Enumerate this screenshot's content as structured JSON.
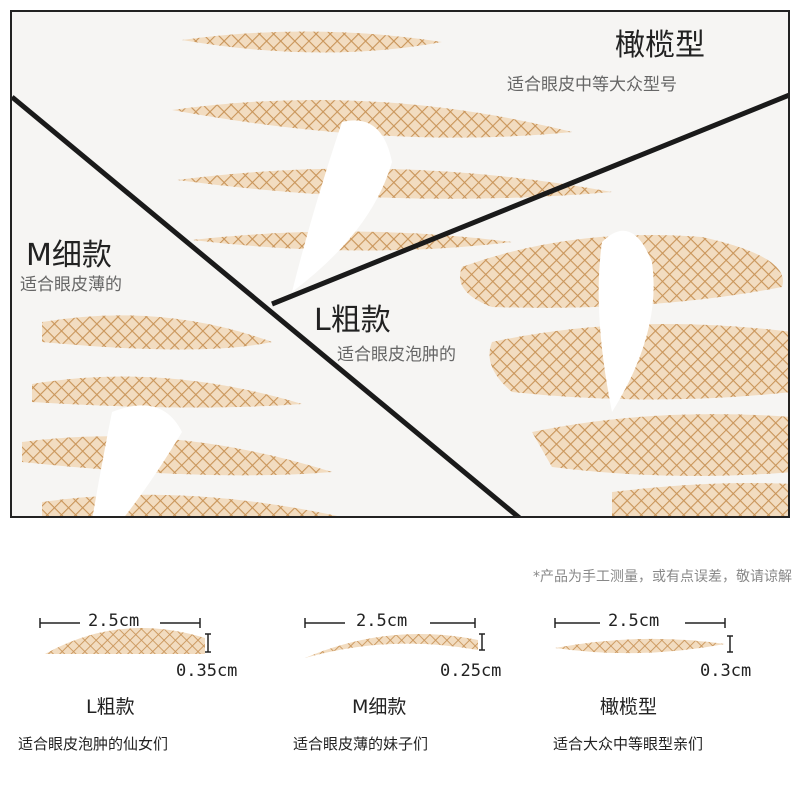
{
  "photo": {
    "olive": {
      "name": "橄榄型",
      "desc": "适合眼皮中等大众型号"
    },
    "m_thin": {
      "name": "M细款",
      "desc": "适合眼皮薄的"
    },
    "l_thick": {
      "name": "L粗款",
      "desc": "适合眼皮泡肿的"
    }
  },
  "note": "*产品为手工测量，或有点误差，敬请谅解",
  "products": [
    {
      "name": "L粗款",
      "length": "2.5cm",
      "thickness": "0.35cm",
      "desc": "适合眼皮泡肿的仙女们"
    },
    {
      "name": "M细款",
      "length": "2.5cm",
      "thickness": "0.25cm",
      "desc": "适合眼皮薄的妹子们"
    },
    {
      "name": "橄榄型",
      "length": "2.5cm",
      "thickness": "0.3cm",
      "desc": "适合大众中等眼型亲们"
    }
  ],
  "colors": {
    "mesh": "#c9955a",
    "strip": "#f2dcc0",
    "line": "#1a1a1a"
  }
}
